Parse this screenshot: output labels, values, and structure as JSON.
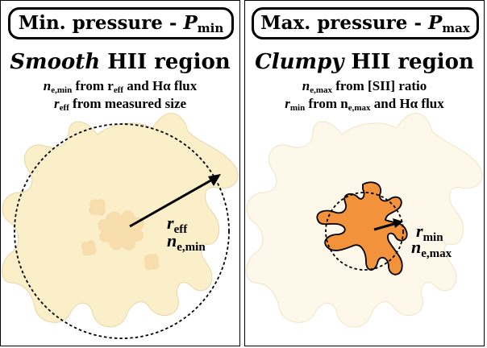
{
  "left": {
    "header": {
      "prefix": "Min. pressure - ",
      "symbol": "P",
      "subscript": "min"
    },
    "region": {
      "kind": "Smooth",
      "rest": " HII region"
    },
    "line1": {
      "sym": "n",
      "sub": "e,min",
      "text": " from r",
      "text_sub": "eff",
      "tail": " and Hα flux"
    },
    "line2": {
      "sym": "r",
      "sub": "eff",
      "text": " from measured size"
    },
    "label_r": {
      "sym": "r",
      "sub": "eff"
    },
    "label_n": {
      "sym": "n",
      "sub": "e,min"
    }
  },
  "right": {
    "header": {
      "prefix": "Max. pressure - ",
      "symbol": "P",
      "subscript": "max"
    },
    "region": {
      "kind": "Clumpy",
      "rest": " HII region"
    },
    "line1": {
      "sym": "n",
      "sub": "e,max",
      "text": " from [SII] ratio"
    },
    "line2": {
      "sym": "r",
      "sub": "min",
      "text": " from n",
      "text_sub": "e,max",
      "tail": " and Hα flux"
    },
    "label_r": {
      "sym": "r",
      "sub": "min"
    },
    "label_n": {
      "sym": "n",
      "sub": "e,max"
    }
  },
  "colors": {
    "blob_fill": "#fbefc9",
    "blob_stroke": "#e7d6a8",
    "clump_fill": "#f2923a",
    "ghost_fill": "#fdf8ea"
  }
}
